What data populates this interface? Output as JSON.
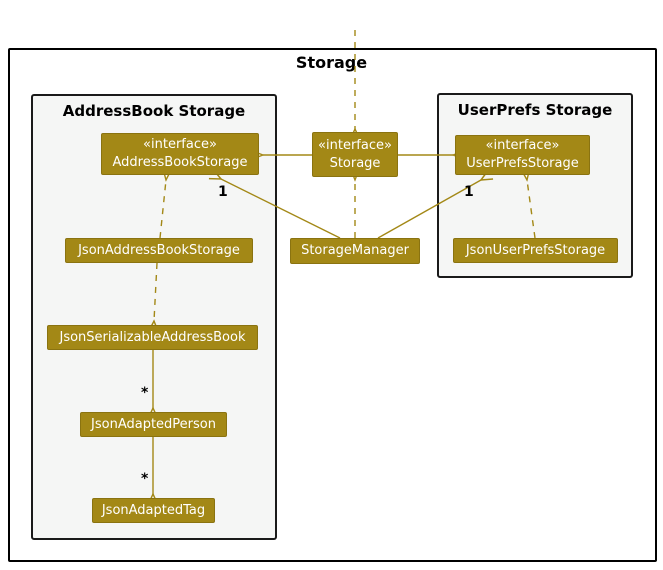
{
  "colors": {
    "accent": "#A38816",
    "accent_border": "#8A7310",
    "package_bg": "#F5F6F5",
    "frame_border": "#000000",
    "label_color": "#000000",
    "text_on_accent": "#FFFFFF"
  },
  "frame": {
    "title": "Storage"
  },
  "packages": {
    "addressbook": {
      "title": "AddressBook Storage"
    },
    "userprefs": {
      "title": "UserPrefs Storage"
    }
  },
  "nodes": {
    "addressBookStorage": {
      "stereotype": "«interface»",
      "name": "AddressBookStorage"
    },
    "storage": {
      "stereotype": "«interface»",
      "name": "Storage"
    },
    "userPrefsStorage": {
      "stereotype": "«interface»",
      "name": "UserPrefsStorage"
    },
    "jsonAddressBookStorage": {
      "name": "JsonAddressBookStorage"
    },
    "storageManager": {
      "name": "StorageManager"
    },
    "jsonUserPrefsStorage": {
      "name": "JsonUserPrefsStorage"
    },
    "jsonSerializableAddressBook": {
      "name": "JsonSerializableAddressBook"
    },
    "jsonAdaptedPerson": {
      "name": "JsonAdaptedPerson"
    },
    "jsonAdaptedTag": {
      "name": "JsonAdaptedTag"
    }
  },
  "edges": [
    {
      "from": "external",
      "to": "Storage",
      "type": "dashed-dependency-arrow"
    },
    {
      "from": "Storage",
      "to": "AddressBookStorage",
      "type": "extends-hollow-triangle"
    },
    {
      "from": "Storage",
      "to": "UserPrefsStorage",
      "type": "extends-hollow-triangle"
    },
    {
      "from": "StorageManager",
      "to": "Storage",
      "type": "realizes-dashed-hollow-triangle"
    },
    {
      "from": "StorageManager",
      "to": "AddressBookStorage",
      "type": "association-arrow",
      "label": "1"
    },
    {
      "from": "StorageManager",
      "to": "UserPrefsStorage",
      "type": "association-arrow",
      "label": "1"
    },
    {
      "from": "JsonAddressBookStorage",
      "to": "AddressBookStorage",
      "type": "realizes-dashed-hollow-triangle"
    },
    {
      "from": "JsonAddressBookStorage",
      "to": "JsonSerializableAddressBook",
      "type": "dashed-dependency-arrow"
    },
    {
      "from": "JsonSerializableAddressBook",
      "to": "JsonAdaptedPerson",
      "type": "association-arrow",
      "label": "*"
    },
    {
      "from": "JsonAdaptedPerson",
      "to": "JsonAdaptedTag",
      "type": "association-arrow",
      "label": "*"
    },
    {
      "from": "JsonUserPrefsStorage",
      "to": "UserPrefsStorage",
      "type": "realizes-dashed-hollow-triangle"
    }
  ]
}
